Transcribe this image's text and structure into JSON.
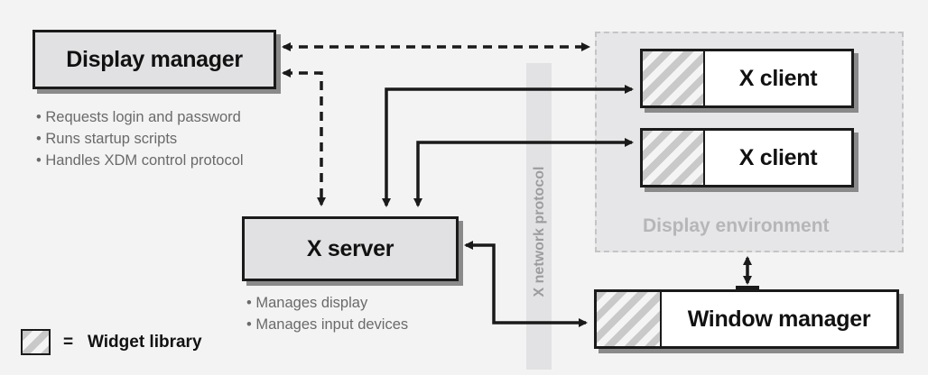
{
  "nodes": {
    "display_manager": "Display manager",
    "x_server": "X server",
    "x_client_1": "X client",
    "x_client_2": "X client",
    "window_manager": "Window manager"
  },
  "display_manager_notes": [
    "Requests login and password",
    "Runs startup scripts",
    "Handles XDM control protocol"
  ],
  "x_server_notes": [
    "Manages display",
    "Manages input devices"
  ],
  "display_environment_label": "Display environment",
  "network_label": "X network protocol",
  "legend": {
    "symbol": "=",
    "label": "Widget library"
  },
  "colors": {
    "border": "#1a1a1a",
    "box_fill": "#e1e1e3",
    "panel_fill": "#e6e6e8",
    "muted_text": "#6a6a6a",
    "background": "#f3f3f3"
  }
}
